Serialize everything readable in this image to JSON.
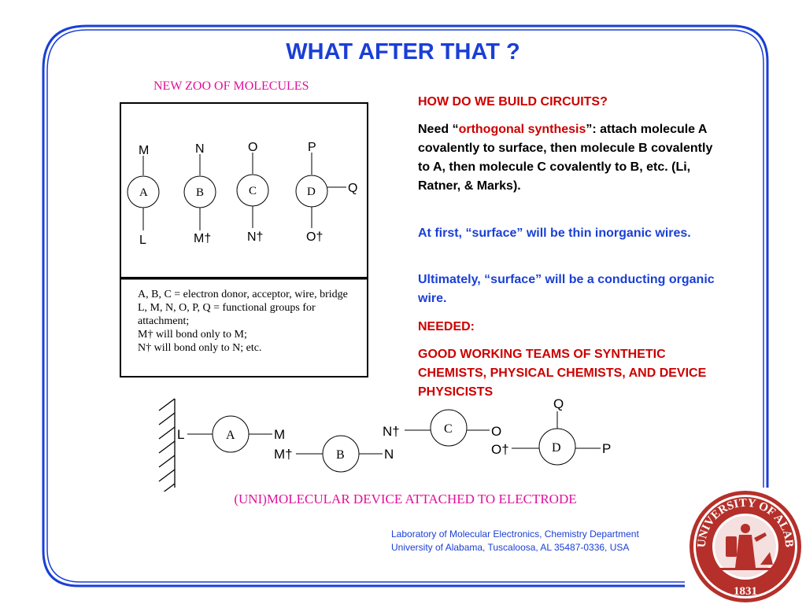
{
  "title": "WHAT AFTER THAT ?",
  "zoo_title": "NEW ZOO OF MOLECULES",
  "molecules": [
    {
      "name": "A",
      "top": "M",
      "bottom": "L",
      "side": ""
    },
    {
      "name": "B",
      "top": "N",
      "bottom": "M†",
      "side": ""
    },
    {
      "name": "C",
      "top": "O",
      "bottom": "N†",
      "side": ""
    },
    {
      "name": "D",
      "top": "P",
      "bottom": "O†",
      "side": "Q"
    }
  ],
  "legend": [
    "A, B, C = electron donor, acceptor, wire, bridge",
    "L, M, N, O, P, Q = functional groups for attachment;",
    "M† will bond only to M;",
    "N† will bond only to N; etc."
  ],
  "right_panel": {
    "heading": "HOW DO WE BUILD CIRCUITS?",
    "need_prefix": "Need “",
    "need_highlight": "orthogonal synthesis",
    "need_suffix": "”:  attach molecule A covalently to surface, then molecule B covalently to A, then molecule C covalently to B, etc. (Li, Ratner, & Marks).",
    "at_first": "At first, “surface” will be thin inorganic wires.",
    "ultimately": "Ultimately, “surface” will be a conducting organic wire.",
    "needed": "NEEDED:",
    "teams": "GOOD WORKING TEAMS OF SYNTHETIC CHEMISTS, PHYSICAL CHEMISTS, AND DEVICE PHYSICISTS"
  },
  "device": {
    "L": "L",
    "A": "A",
    "M": "M",
    "M_dagger": "M†",
    "B": "B",
    "N": "N",
    "N_dagger": "N†",
    "C": "C",
    "O": "O",
    "O_dagger": "O†",
    "D": "D",
    "P": "P",
    "Q": "Q"
  },
  "bottom_caption": "(UNI)MOLECULAR DEVICE ATTACHED TO ELECTRODE",
  "footer": {
    "line1": "Laboratory of Molecular Electronics, Chemistry Department",
    "line2": "University of Alabama, Tuscaloosa, AL 35487-0336, USA"
  },
  "seal": {
    "text_top": "THE UNIVERSITY OF ALABAMA",
    "year": "1831"
  },
  "colors": {
    "frame_blue": "#1a3fd6",
    "heading_red": "#cc0000",
    "magenta": "#e0109a",
    "seal_red": "#b5302a"
  }
}
